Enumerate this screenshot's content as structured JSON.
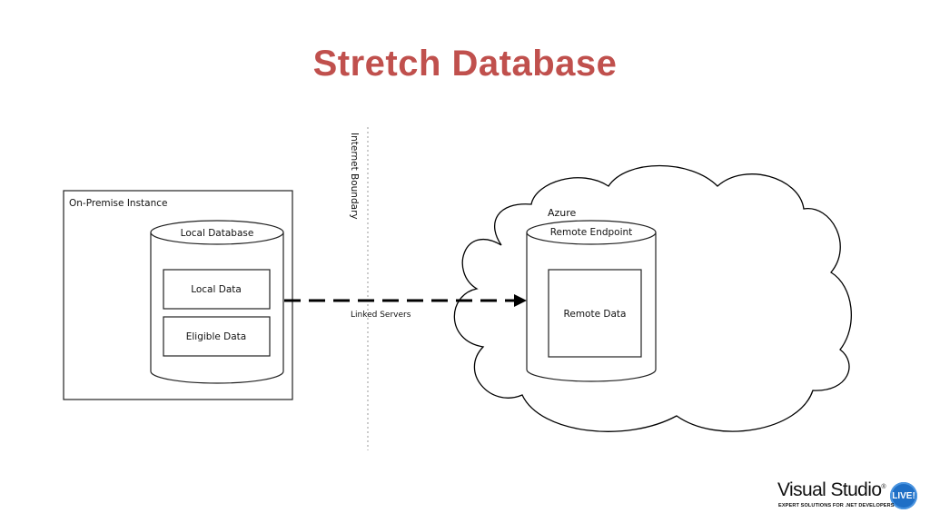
{
  "title": "Stretch Database",
  "diagram": {
    "on_premise_label": "On-Premise Instance",
    "local_database_label": "Local Database",
    "local_data_label": "Local Data",
    "eligible_data_label": "Eligible Data",
    "internet_boundary_label": "Internet Boundary",
    "linked_servers_label": "Linked Servers",
    "azure_label": "Azure",
    "remote_endpoint_label": "Remote Endpoint",
    "remote_data_label": "Remote Data"
  },
  "logo": {
    "main": "Visual Studio",
    "registered": "®",
    "badge": "LIVE!",
    "tagline": "EXPERT SOLUTIONS FOR .NET DEVELOPERS"
  }
}
